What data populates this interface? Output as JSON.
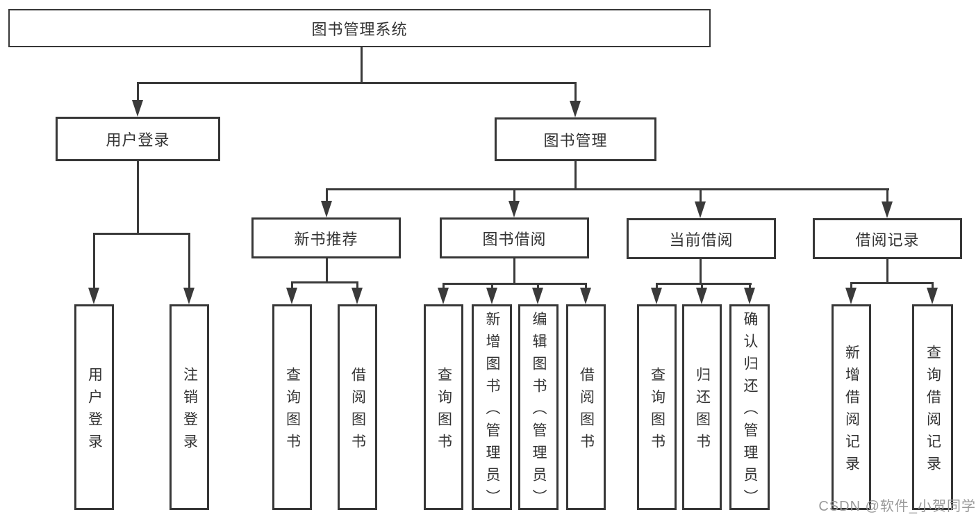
{
  "tree": {
    "root": {
      "label": "图书管理系统"
    },
    "branches": [
      {
        "label": "用户登录",
        "children": [
          {
            "label": "用户登录"
          },
          {
            "label": "注销登录"
          }
        ]
      },
      {
        "label": "图书管理",
        "children": [
          {
            "label": "新书推荐",
            "children": [
              {
                "label": "查询图书"
              },
              {
                "label": "借阅图书"
              }
            ]
          },
          {
            "label": "图书借阅",
            "children": [
              {
                "label": "查询图书"
              },
              {
                "label": "新增图书（管理员）"
              },
              {
                "label": "编辑图书（管理员）"
              },
              {
                "label": "借阅图书"
              }
            ]
          },
          {
            "label": "当前借阅",
            "children": [
              {
                "label": "查询图书"
              },
              {
                "label": "归还图书"
              },
              {
                "label": "确认归还（管理员）"
              }
            ]
          },
          {
            "label": "借阅记录",
            "children": [
              {
                "label": "新增借阅记录"
              },
              {
                "label": "查询借阅记录"
              }
            ]
          }
        ]
      }
    ]
  },
  "watermark": {
    "text": "CSDN @软件_小贺同学",
    "color": "#9a9a9a"
  },
  "colors": {
    "line": "#3a3a3a",
    "border": "#373737",
    "text": "#333333",
    "background": "#ffffff"
  }
}
